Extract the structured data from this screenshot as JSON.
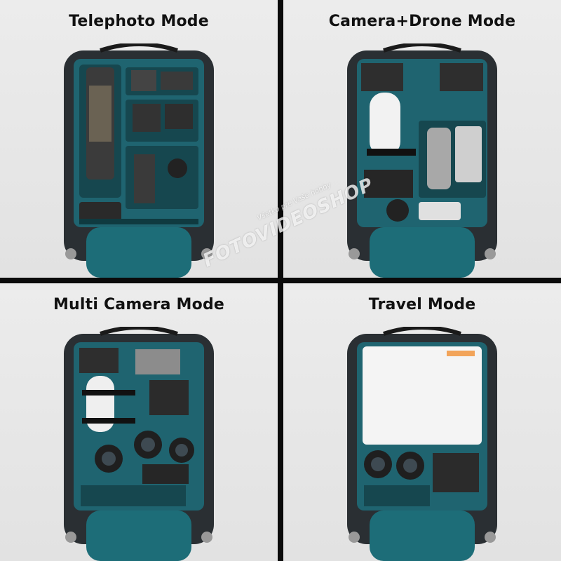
{
  "panels": [
    {
      "title": "Telephoto Mode",
      "image": "backpack-telephoto-configuration"
    },
    {
      "title": "Camera+Drone Mode",
      "image": "backpack-camera-drone-configuration"
    },
    {
      "title": "Multi Camera Mode",
      "image": "backpack-multi-camera-configuration"
    },
    {
      "title": "Travel Mode",
      "image": "backpack-travel-configuration"
    }
  ],
  "watermark": {
    "brand": "FOTOVIDEOSHOP",
    "tagline": "Všetko pre Vaše hobby"
  }
}
